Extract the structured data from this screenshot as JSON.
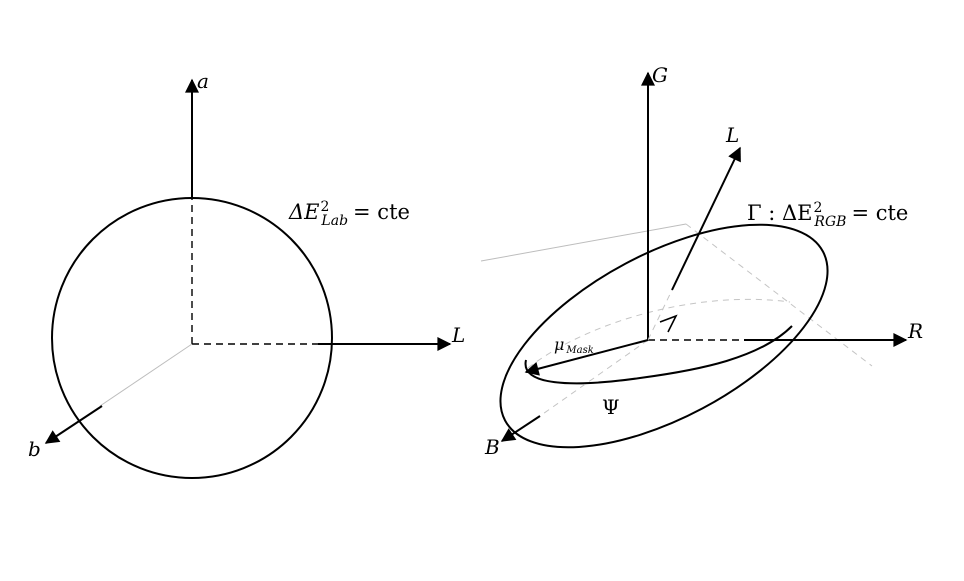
{
  "left_figure": {
    "axis_a": "a",
    "axis_L": "L",
    "axis_b": "b",
    "formula": {
      "prefix": "ΔE",
      "superscript": "2",
      "subscript": "Lab",
      "suffix": "= cte"
    }
  },
  "right_figure": {
    "axis_G": "G",
    "axis_L": "L",
    "axis_R": "R",
    "axis_B": "B",
    "formula": {
      "gamma": "Γ : ΔE",
      "superscript": "2",
      "subscript": "RGB",
      "suffix": "= cte"
    },
    "mu": "μ",
    "mu_subscript": "Mask",
    "psi": "Ψ"
  }
}
